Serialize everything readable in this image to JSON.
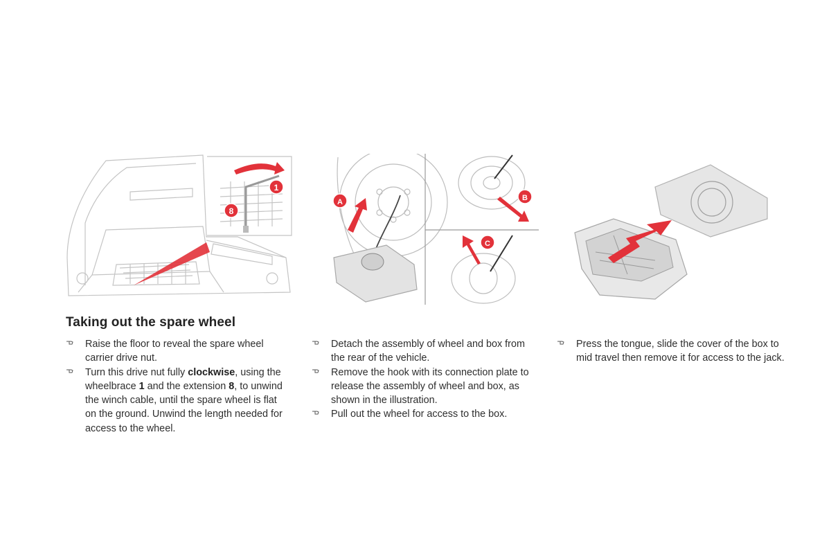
{
  "section": {
    "title": "Taking out the spare wheel"
  },
  "illustration_labels": {
    "fig1": [
      "1",
      "8"
    ],
    "fig2": [
      "A",
      "B",
      "C"
    ]
  },
  "columns": [
    {
      "items": [
        {
          "text": "Raise the floor to reveal the spare wheel carrier drive nut."
        },
        {
          "parts": [
            "Turn this drive nut fully ",
            "clockwise",
            ", using the wheelbrace ",
            "1",
            " and the extension ",
            "8",
            ", to unwind the winch cable, until the spare wheel is flat on the ground. Unwind the length needed for access to the wheel."
          ]
        }
      ]
    },
    {
      "items": [
        {
          "text": "Detach the assembly of wheel and box from the rear of the vehicle."
        },
        {
          "text": "Remove the hook with its connection plate to release the assembly of wheel and box, as shown in the illustration."
        },
        {
          "text": "Pull out the wheel for access to the box."
        }
      ]
    },
    {
      "items": [
        {
          "text": "Press the tongue, slide the cover of the box to mid travel then remove it for access to the jack."
        }
      ]
    }
  ],
  "colors": {
    "accent_red": "#e2323a",
    "line_gray": "#b9b9b9",
    "text": "#2e2e2e"
  }
}
